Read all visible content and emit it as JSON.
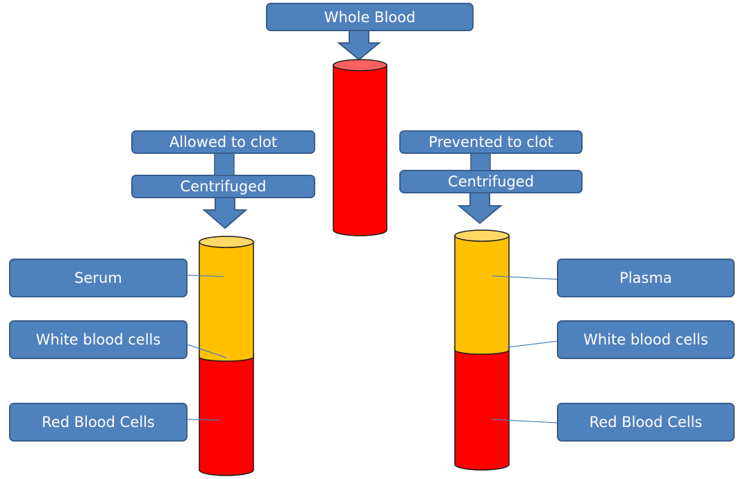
{
  "labels": {
    "whole_blood": "Whole Blood",
    "allowed_to_clot": "Allowed to clot",
    "prevented_to_clot": "Prevented to clot",
    "centrifuged_left": "Centrifuged",
    "centrifuged_right": "Centrifuged",
    "serum": "Serum",
    "white_cells_left": "White blood cells",
    "red_cells_left": "Red Blood Cells",
    "plasma": "Plasma",
    "white_cells_right": "White blood cells",
    "red_cells_right": "Red Blood Cells"
  },
  "colors": {
    "box_fill": "#4f81bd",
    "box_border": "#385d8a",
    "blood_red": "#ff0000",
    "blood_red_top": "#ff6060",
    "serum_yellow": "#ffc000",
    "serum_yellow_top": "#ffd966",
    "outline": "#1a1a1a"
  }
}
